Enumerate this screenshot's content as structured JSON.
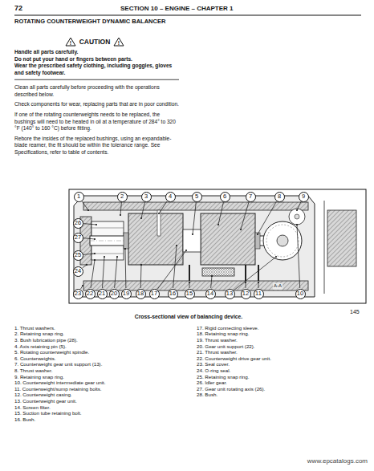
{
  "diagram": {
    "title": "ROTATING COUNTERWEIGHT DYNAMIC BALANCER",
    "caption": "Cross-sectional view of balancing device.",
    "nodes": [
      {
        "text": [
          "1"
        ]
      },
      {
        "text": [
          "2"
        ]
      },
      {
        "text": [
          "3"
        ]
      },
      {
        "text": [
          "4"
        ]
      },
      {
        "text": [
          "5"
        ]
      },
      {
        "text": [
          "6"
        ]
      },
      {
        "text": [
          "7"
        ]
      },
      {
        "text": [
          "8"
        ]
      },
      {
        "text": [
          "9"
        ]
      },
      {
        "text": [
          "26"
        ]
      },
      {
        "text": [
          "27"
        ]
      },
      {
        "text": [
          "25"
        ]
      },
      {
        "text": [
          "24"
        ]
      },
      {
        "text": [
          "23"
        ]
      },
      {
        "text": [
          "22"
        ]
      },
      {
        "text": [
          "21"
        ]
      },
      {
        "text": [
          "20"
        ]
      },
      {
        "text": [
          "19"
        ]
      },
      {
        "text": [
          "18"
        ]
      },
      {
        "text": [
          "17"
        ]
      },
      {
        "text": [
          "16"
        ]
      },
      {
        "text": [
          "15"
        ]
      },
      {
        "text": [
          "14"
        ]
      },
      {
        "text": [
          "13"
        ]
      },
      {
        "text": [
          "12"
        ]
      },
      {
        "text": [
          "11"
        ]
      },
      {
        "text": [
          "10"
        ]
      }
    ],
    "labels": [
      "72",
      "SECTION 10 – ENGINE – CHAPTER 1",
      "CAUTION",
      "Handle all parts carefully.",
      "Do not put your hand or fingers between parts.",
      "Wear the prescribed safety clothing, including goggles, gloves and safety footwear.",
      "Clean all parts carefully before proceeding with the operations described below.",
      "Check components for wear, replacing parts that are in poor condition.",
      "If one of the rotating counterweights needs to be replaced, the bushings will need to be heated in oil at a temperature of 284° to 320 °F (140° to 160 °C) before fitting.",
      "Rebore the insides of the replaced bushings, using an expandable-blade reamer, the fit should be within the tolerance range. See Specifications, refer to table of contents.",
      "A-A",
      "145",
      "1. Thrust washers.",
      "2. Retaining snap ring.",
      "3. Bush lubrication pipe (28).",
      "4. Axis retaining pin (5).",
      "5. Rotating counterweight spindle.",
      "6. Counterweights.",
      "7. Counterweight gear unit support (13).",
      "8. Thrust washer.",
      "9. Retaining snap ring.",
      "10. Counterweight intermediate gear unit.",
      "11. Counterweight/sump retaining bolts.",
      "12. Counterweight casing.",
      "13. Counterweight gear unit.",
      "14. Screen filter.",
      "15. Suction tube retaining bolt.",
      "16. Bush.",
      "17. Rigid connecting sleeve.",
      "18. Retaining snap ring.",
      "19. Thrust washer.",
      "20. Gear unit support (22).",
      "21. Thrust washer.",
      "22. Counterweight drive gear unit.",
      "23. Seal cover.",
      "24. O-ring seal.",
      "25. Retaining snap ring.",
      "26. Idler gear.",
      "27. Gear unit rotating axis (26).",
      "28. Bush.",
      "www.epcatalogs.com"
    ]
  }
}
